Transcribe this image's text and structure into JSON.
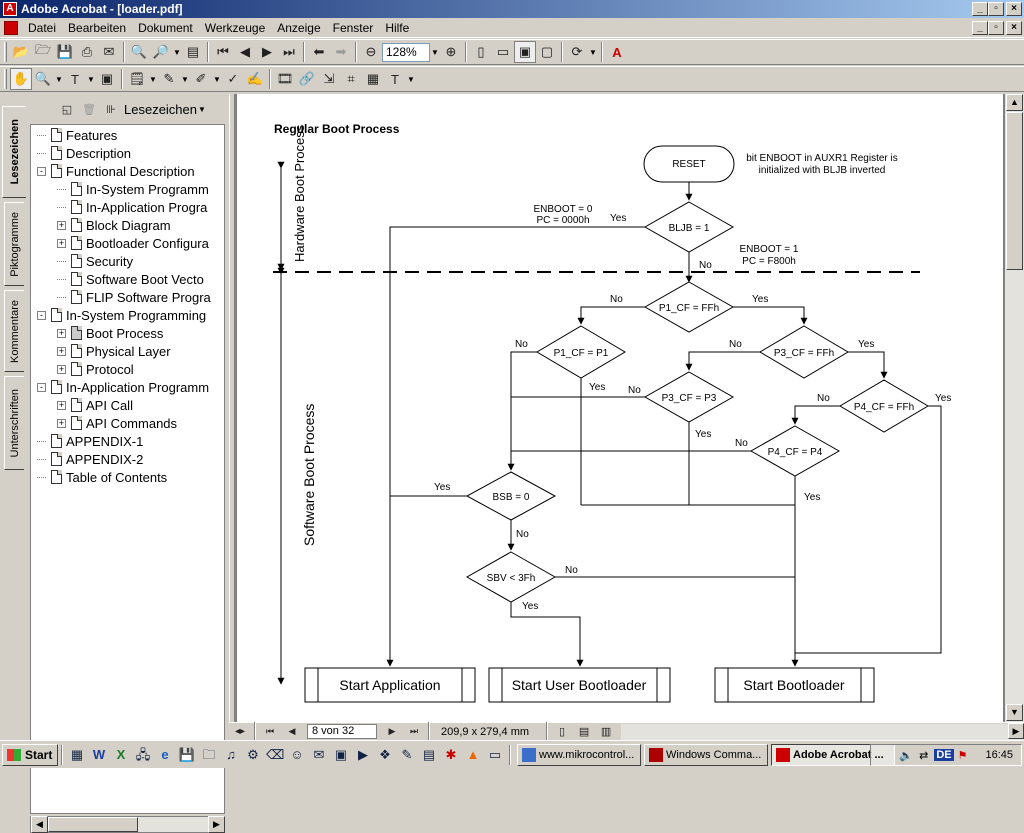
{
  "window": {
    "title": "Adobe Acrobat - [loader.pdf]",
    "app_icon": "acrobat-icon"
  },
  "menu": [
    "Datei",
    "Bearbeiten",
    "Dokument",
    "Werkzeuge",
    "Anzeige",
    "Fenster",
    "Hilfe"
  ],
  "toolbar": {
    "zoom": "128%"
  },
  "nav_tabs": [
    "Lesezeichen",
    "Piktogramme",
    "Kommentare",
    "Unterschriften"
  ],
  "bookmarks_header": "Lesezeichen",
  "bookmarks": [
    {
      "label": "Features",
      "level": 0,
      "expander": ""
    },
    {
      "label": "Description",
      "level": 0,
      "expander": ""
    },
    {
      "label": "Functional Description",
      "level": 0,
      "expander": "-"
    },
    {
      "label": "In-System Programm",
      "level": 1,
      "expander": ""
    },
    {
      "label": "In-Application Progra",
      "level": 1,
      "expander": ""
    },
    {
      "label": "Block Diagram",
      "level": 1,
      "expander": "+"
    },
    {
      "label": "Bootloader Configura",
      "level": 1,
      "expander": "+"
    },
    {
      "label": "Security",
      "level": 1,
      "expander": ""
    },
    {
      "label": "Software Boot Vecto",
      "level": 1,
      "expander": ""
    },
    {
      "label": "FLIP Software Progra",
      "level": 1,
      "expander": ""
    },
    {
      "label": "In-System Programming",
      "level": 0,
      "expander": "-"
    },
    {
      "label": "Boot Process",
      "level": 1,
      "expander": "+"
    },
    {
      "label": "Physical Layer",
      "level": 1,
      "expander": "+"
    },
    {
      "label": "Protocol",
      "level": 1,
      "expander": "+"
    },
    {
      "label": "In-Application Programm",
      "level": 0,
      "expander": "-"
    },
    {
      "label": "API Call",
      "level": 1,
      "expander": "+"
    },
    {
      "label": "API Commands",
      "level": 1,
      "expander": "+"
    },
    {
      "label": "APPENDIX-1",
      "level": 0,
      "expander": ""
    },
    {
      "label": "APPENDIX-2",
      "level": 0,
      "expander": ""
    },
    {
      "label": "Table of Contents",
      "level": 0,
      "expander": ""
    }
  ],
  "diagram": {
    "title": "Regular Boot Process",
    "hw_label": "Hardware Boot Process",
    "sw_label": "Software Boot Process",
    "reset": "RESET",
    "reset_note1": "bit ENBOOT in AUXR1 Register is",
    "reset_note2": "initialized with BLJB inverted",
    "bljb": "BLJB = 1",
    "enboot0_1": "ENBOOT = 0",
    "enboot0_2": "PC = 0000h",
    "enboot1_1": "ENBOOT = 1",
    "enboot1_2": "PC = F800h",
    "p1cf_ffh": "P1_CF = FFh",
    "p1cf_p1": "P1_CF = P1",
    "p3cf_ffh": "P3_CF = FFh",
    "p3cf_p3": "P3_CF = P3",
    "p4cf_ffh": "P4_CF = FFh",
    "p4cf_p4": "P4_CF = P4",
    "bsb": "BSB = 0",
    "sbv": "SBV < 3Fh",
    "yes": "Yes",
    "no": "No",
    "start_app": "Start Application",
    "start_user": "Start User Bootloader",
    "start_boot": "Start Bootloader"
  },
  "status": {
    "page": "8 von 32",
    "size": "209,9 x 279,4 mm"
  },
  "taskbar": {
    "start": "Start",
    "tasks": [
      "www.mikrocontrol...",
      "Windows Comma...",
      "Adobe Acrobat ..."
    ],
    "active_task": 2,
    "lang": "DE",
    "clock": "16:45"
  }
}
